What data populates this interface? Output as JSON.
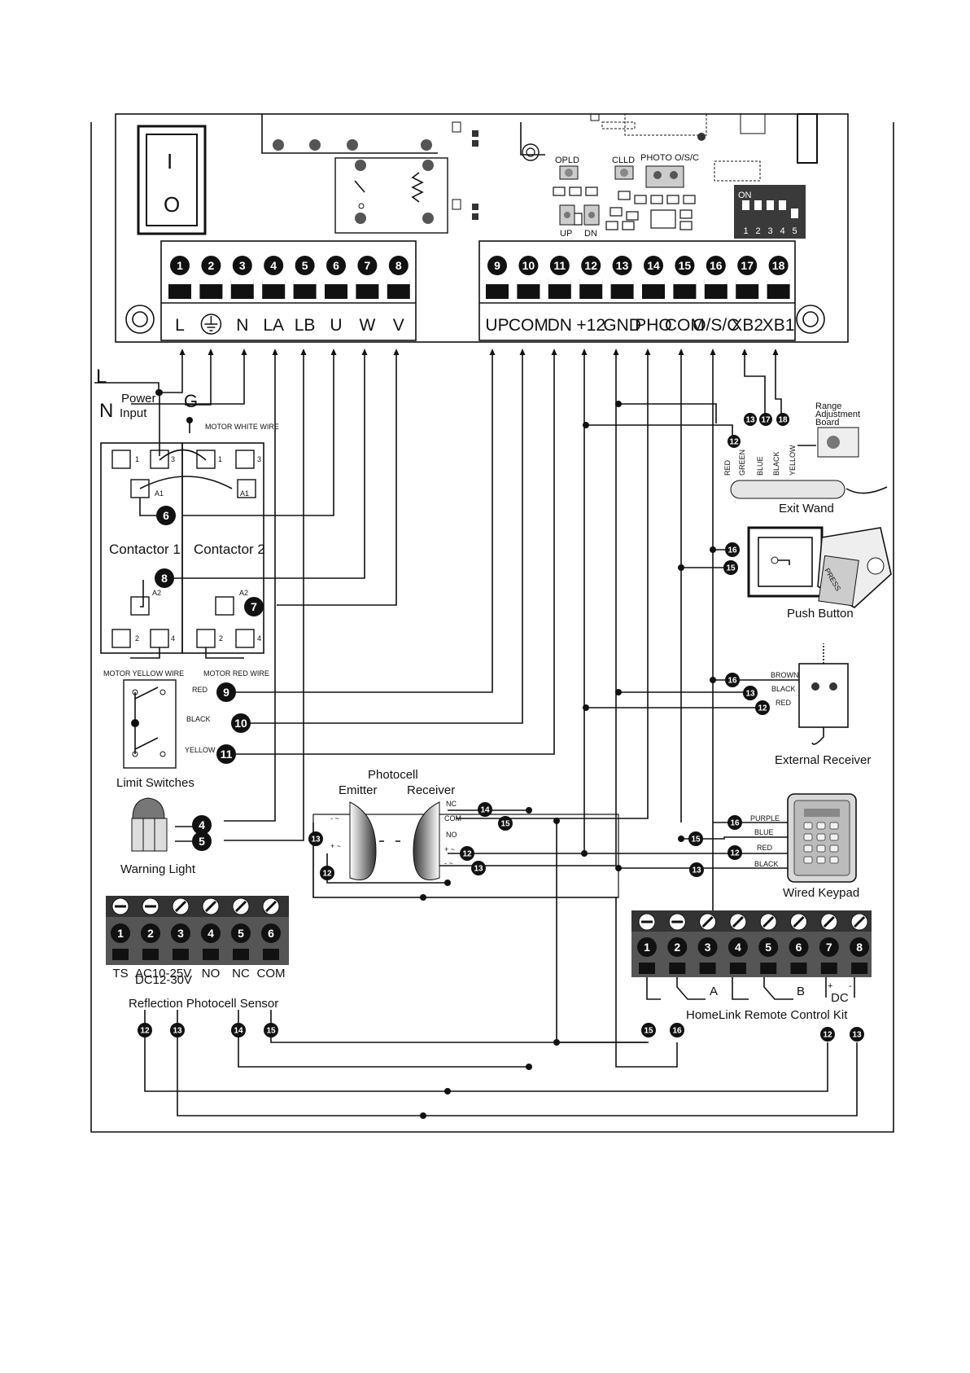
{
  "main_board": {
    "terminals_left": [
      {
        "num": "1",
        "label": "L"
      },
      {
        "num": "2",
        "label": ""
      },
      {
        "num": "3",
        "label": "N"
      },
      {
        "num": "4",
        "label": "LA"
      },
      {
        "num": "5",
        "label": "LB"
      },
      {
        "num": "6",
        "label": "U"
      },
      {
        "num": "7",
        "label": "W"
      },
      {
        "num": "8",
        "label": "V"
      }
    ],
    "terminals_right": [
      {
        "num": "9",
        "label": "UP"
      },
      {
        "num": "10",
        "label": "COM"
      },
      {
        "num": "11",
        "label": "DN"
      },
      {
        "num": "12",
        "label": "+12"
      },
      {
        "num": "13",
        "label": "GND"
      },
      {
        "num": "14",
        "label": "PHO"
      },
      {
        "num": "15",
        "label": "COM"
      },
      {
        "num": "16",
        "label": "O/S/C"
      },
      {
        "num": "17",
        "label": "XB2"
      },
      {
        "num": "18",
        "label": "XB1"
      }
    ],
    "switch": {
      "on": "I",
      "off": "O"
    },
    "buttons": {
      "opld": "OPLD",
      "clld": "CLLD",
      "photo": "PHOTO",
      "osc": "O/S/C",
      "up": "UP",
      "dn": "DN"
    },
    "dip": {
      "on": "ON",
      "positions": [
        "1",
        "2",
        "3",
        "4",
        "5"
      ]
    }
  },
  "power": {
    "l": "L",
    "n": "N",
    "g": "G",
    "label1": "Power",
    "label2": "Input",
    "motor_white": "MOTOR WHITE WIRE"
  },
  "contactors": {
    "c1": "Contactor 1",
    "c2": "Contactor 2",
    "pins": {
      "p1": "1",
      "p2": "2",
      "p3": "3",
      "p4": "4",
      "a1": "A1",
      "a2": "A2"
    },
    "motor_yellow": "MOTOR YELLOW WIRE",
    "motor_red": "MOTOR RED WIRE",
    "nodes": {
      "n6": "6",
      "n7": "7",
      "n8": "8"
    }
  },
  "limit_switches": {
    "title": "Limit Switches",
    "wires": [
      {
        "label": "RED",
        "num": "9"
      },
      {
        "label": "BLACK",
        "num": "10"
      },
      {
        "label": "YELLOW",
        "num": "11"
      }
    ]
  },
  "warning_light": {
    "title": "Warning Light",
    "nums": [
      "4",
      "5"
    ]
  },
  "photocell": {
    "title": "Photocell",
    "emitter": "Emitter",
    "receiver": "Receiver",
    "emitter_pins": [
      "- ~",
      "+ ~"
    ],
    "emitter_nums": [
      "13",
      "12"
    ],
    "receiver_pins": [
      "NC",
      "COM",
      "NO",
      "+ ~",
      "- ~"
    ],
    "receiver_nums": [
      "14",
      "15",
      "12",
      "13"
    ]
  },
  "range_board": {
    "title_line1": "Range",
    "title_line2": "Adjustment",
    "title_line3": "Board",
    "nums": [
      "13",
      "17",
      "18",
      "12"
    ]
  },
  "exit_wand": {
    "title": "Exit Wand",
    "wires": [
      "RED",
      "GREEN",
      "BLUE",
      "BLACK",
      "YELLOW"
    ]
  },
  "push_button": {
    "title": "Push Button",
    "nums": [
      "16",
      "15"
    ],
    "press": "PRESS"
  },
  "external_receiver": {
    "title": "External Receiver",
    "wires": [
      {
        "label": "BROWN",
        "num": "16"
      },
      {
        "label": "BLACK",
        "num": "13"
      },
      {
        "label": "RED",
        "num": "12"
      }
    ]
  },
  "wired_keypad": {
    "title": "Wired Keypad",
    "wires": [
      {
        "label": "PURPLE",
        "num": "16"
      },
      {
        "label": "BLUE",
        "num": "15"
      },
      {
        "label": "RED",
        "num": "12"
      },
      {
        "label": "BLACK",
        "num": "13"
      }
    ]
  },
  "reflection_sensor": {
    "title": "Reflection Photocell Sensor",
    "terminals": [
      {
        "num": "1",
        "label": "TS"
      },
      {
        "num": "2",
        "label": "AC10-25V"
      },
      {
        "num": "3",
        "label": ""
      },
      {
        "num": "4",
        "label": "NO"
      },
      {
        "num": "5",
        "label": "NC"
      },
      {
        "num": "6",
        "label": "COM"
      }
    ],
    "label_2b": "DC12-30V",
    "bottom_nums": [
      "12",
      "13",
      "14",
      "15"
    ]
  },
  "homelink": {
    "title": "HomeLink Remote Control Kit",
    "terminals": [
      "1",
      "2",
      "3",
      "4",
      "5",
      "6",
      "7",
      "8"
    ],
    "group_a": "A",
    "group_b": "B",
    "dc": "DC",
    "plus": "+",
    "minus": "-",
    "bottom_nums": [
      "15",
      "16",
      "12",
      "13"
    ]
  }
}
